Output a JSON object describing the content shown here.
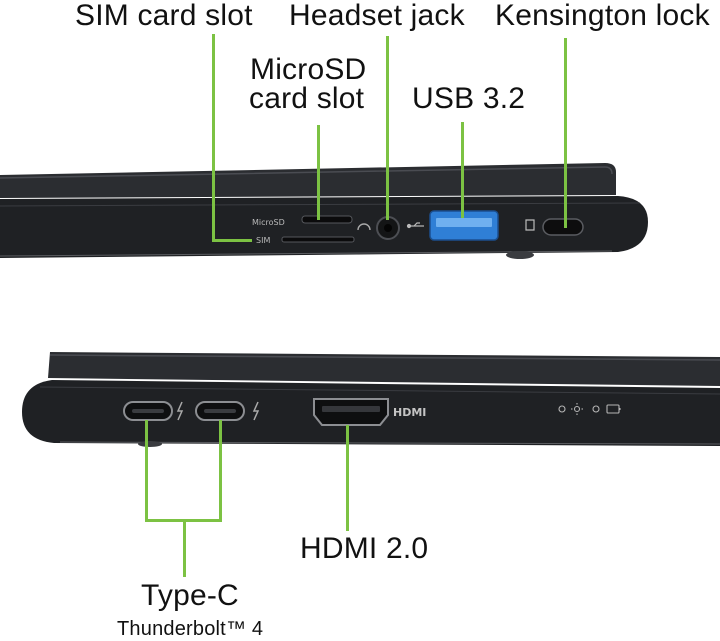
{
  "top_view": {
    "labels": {
      "sim_card_slot": "SIM card slot",
      "headset_jack": "Headset jack",
      "kensington_lock": "Kensington lock",
      "microsd_line1": "MicroSD",
      "microsd_line2": "card slot",
      "usb": "USB 3.2"
    },
    "engravings": {
      "microsd": "MicroSD",
      "sim": "SIM"
    }
  },
  "bottom_view": {
    "labels": {
      "hdmi": "HDMI 2.0",
      "type_c": "Type-C",
      "thunderbolt": "Thunderbolt™ 4"
    },
    "engravings": {
      "hdmi": "HDMI"
    }
  },
  "colors": {
    "callout_line": "#7cc243",
    "chassis": "#25272b",
    "usb_port": "#2f7fd6",
    "background": "#ffffff"
  }
}
